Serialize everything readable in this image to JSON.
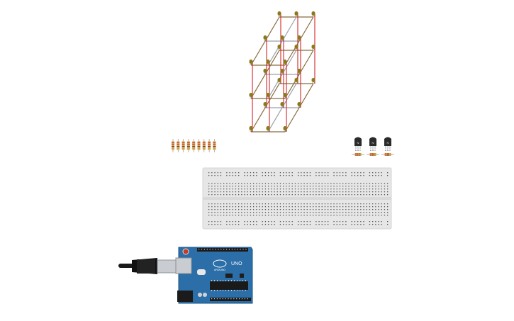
{
  "canvas": {
    "background": "#ffffff"
  },
  "arduino": {
    "logo_text": "UNO",
    "brand_small": "ARDUINO",
    "board_color": "#2b6ea8",
    "usb_cable_color": "#1a1a1a"
  },
  "breadboard": {
    "color": "#e6e6e6",
    "hole_color": "#555555"
  },
  "led_cube": {
    "layers": 3,
    "columns_per_side": 3,
    "led_color": "#8a7a1a",
    "cathode_wire_color": "#8a6a3a",
    "anode_wire_color": "#d0262b",
    "inner_wire_color": "#9aa0aa"
  },
  "resistors": {
    "row_count": 9,
    "body_color": "#d9b06a",
    "band_colors": [
      "#c0392b",
      "#c0392b",
      "#6b3a1a",
      "#c8a030"
    ]
  },
  "transistors": {
    "count": 3,
    "body_color": "#2a2a2a",
    "pin_labels": [
      "E",
      "B",
      "C"
    ],
    "mark": "N"
  }
}
